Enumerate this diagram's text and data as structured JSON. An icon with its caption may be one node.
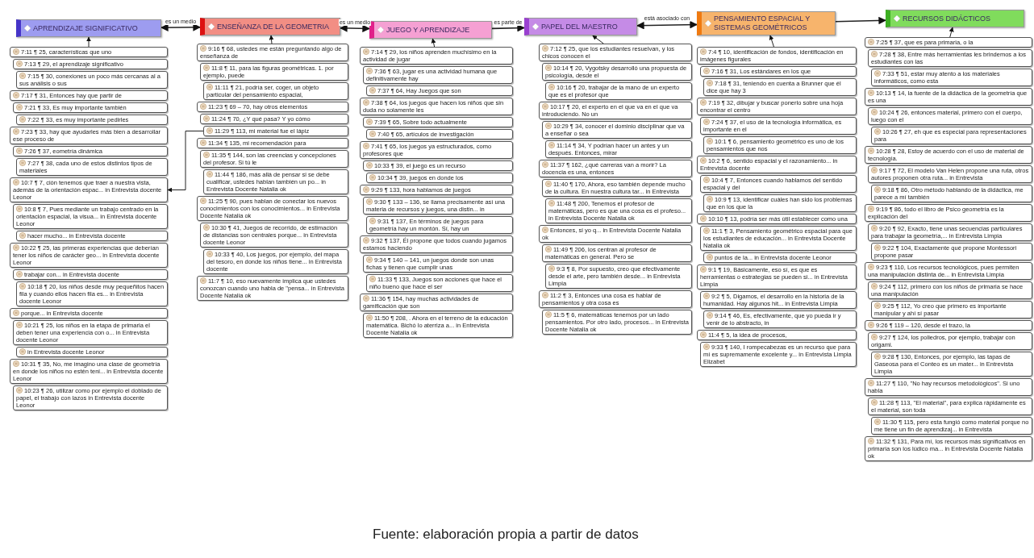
{
  "diagram": {
    "caption": "Fuente: elaboración propia a partir de datos",
    "nodes": [
      {
        "text": [
          "APRENDIZAJE SIGNIFICATIVO"
        ]
      },
      {
        "text": [
          "ENSEÑANZA DE LA GEOMETRIA"
        ]
      },
      {
        "text": [
          "JUEGO Y APRENDIZAJE"
        ]
      },
      {
        "text": [
          "PAPEL DEL MAESTRO"
        ]
      },
      {
        "text": [
          "PENSAMIENTO ESPACIAL Y SISTEMAS GEOMÉTRICOS"
        ]
      },
      {
        "text": [
          "RECURSOS DIDÁCTICOS"
        ]
      },
      {
        "text": [
          "7:11 ¶ 25, características que uno"
        ]
      },
      {
        "text": [
          "7:13 ¶ 29, el aprendizaje significativo"
        ]
      },
      {
        "text": [
          "7:15 ¶ 30, conexiones un poco más cercanas al a sus análisis o sus"
        ]
      },
      {
        "text": [
          "7:17 ¶ 31, Entonces hay que partir de"
        ]
      },
      {
        "text": [
          "7:21 ¶ 33, Es muy importante también"
        ]
      },
      {
        "text": [
          "7:22 ¶ 33, es muy importante pedirles"
        ]
      },
      {
        "text": [
          "7:23 ¶ 33, hay que ayudarles más bien a desarrollar ese proceso de"
        ]
      },
      {
        "text": [
          "7:26 ¶ 37, eometría dinámica"
        ]
      },
      {
        "text": [
          "7:27 ¶ 38, cada uno de estos distintos tipos de materiales"
        ]
      },
      {
        "text": [
          "10:7 ¶ 7, ción tenemos que traer a nuestra vista, además de la orientación espac... in Entrevista docente Leonor"
        ]
      },
      {
        "text": [
          "10:8 ¶ 7, Pues mediante un trabajo centrado en la orientación espacial, la visua... in Entrevista docente Leonor"
        ]
      },
      {
        "text": [
          "hacer mucho... in Entrevista docente"
        ]
      },
      {
        "text": [
          "10:22 ¶ 25, las primeras experiencias que deberían tener los niños de carácter geo... in Entrevista docente Leonor"
        ]
      },
      {
        "text": [
          "trabajar con... in Entrevista docente"
        ]
      },
      {
        "text": [
          "10:18 ¶ 20, los niños desde muy pequeñitos hacen fila y cuando ellos hacen fila es... in Entrevista docente Leonor"
        ]
      },
      {
        "text": [
          "porque... in Entrevista docente"
        ]
      },
      {
        "text": [
          "10:21 ¶ 25, los niños en la etapa de primaria el deben tener una experiencia con o... in Entrevista docente Leonor"
        ]
      },
      {
        "text": [
          "in Entrevista docente Leonor"
        ]
      },
      {
        "text": [
          "10:31 ¶ 35, No, me imagino una clase de geometría en donde los niños no estén teni... in Entrevista docente Leonor"
        ]
      },
      {
        "text": [
          "10:23 ¶ 26, utilizar como por ejemplo el doblado de papel, el trabajo con lazos in Entrevista docente Leonor"
        ]
      },
      {
        "text": [
          "9:16 ¶ 68, ustedes me están preguntando algo de enseñanza de"
        ]
      },
      {
        "text": [
          "11:8 ¶ 11, para las figuras geométricas. 1. por ejemplo, puede"
        ]
      },
      {
        "text": [
          "11:11 ¶ 21, podría ser, coger, un objeto particular del pensamiento espacial,"
        ]
      },
      {
        "text": [
          "11:23 ¶ 69 – 70, hay otros elementos"
        ]
      },
      {
        "text": [
          "11:24 ¶ 70, ¿Y qué pasa? Y yo cómo"
        ]
      },
      {
        "text": [
          "11:29 ¶ 113, mi material fue el lápiz"
        ]
      },
      {
        "text": [
          "11:34 ¶ 135, mi recomendación para"
        ]
      },
      {
        "text": [
          "11:35 ¶ 144, son las creencias y concepciones del profesor. Si tú le"
        ]
      },
      {
        "text": [
          "11:44 ¶ 186, más allá de pensar si se debe cualificar, ustedes hablan también un po... in Entrevista Docente Natalia ok"
        ]
      },
      {
        "text": [
          "11:25 ¶ 90, pues hablan de conectar los nuevos conocimientos con los conocimientos... in Entrevista Docente Natalia ok"
        ]
      },
      {
        "text": [
          "10:30 ¶ 41, Juegos de recorrido, de estimación de distancias son centrales porque... in Entrevista docente Leonor"
        ]
      },
      {
        "text": [
          "10:33 ¶ 40, Los juegos, por ejemplo, del mapa del tesoro, en donde los niños tiene... in Entrevista docente"
        ]
      },
      {
        "text": [
          "11:7 ¶ 10, eso nuevamente implica que ustedes conozcan cuando uno habla de \"pensa... in Entrevista Docente Natalia ok"
        ]
      },
      {
        "text": [
          "7:14 ¶ 29, los niños aprenden muchísimo en la actividad de jugar"
        ]
      },
      {
        "text": [
          "7:36 ¶ 63, jugar es una actividad humana que definitivamente hay"
        ]
      },
      {
        "text": [
          "7:37 ¶ 64, Hay Juegos que son"
        ]
      },
      {
        "text": [
          "7:38 ¶ 64, los juegos que hacen los niños que sin duda no solamente les"
        ]
      },
      {
        "text": [
          "7:39 ¶ 65, Sobre todo actualmente"
        ]
      },
      {
        "text": [
          "7:40 ¶ 65, artículos de investigación"
        ]
      },
      {
        "text": [
          "7:41 ¶ 65, los juegos ya estructurados, como profesores que"
        ]
      },
      {
        "text": [
          "10:33 ¶ 39, el juego es un recurso"
        ]
      },
      {
        "text": [
          "10:34 ¶ 39, juegos en donde los"
        ]
      },
      {
        "text": [
          "9:29 ¶ 133, hora hablamos de juegos"
        ]
      },
      {
        "text": [
          "9:30 ¶ 133 – 136, se llama precisamente así una materia de recursos y juegos, una distin... in"
        ]
      },
      {
        "text": [
          "9:31 ¶ 137, En términos de juegos para geometría hay un montón. Sí, hay un"
        ]
      },
      {
        "text": [
          "9:32 ¶ 137, Él propone que todos cuando jugamos estamos haciendo"
        ]
      },
      {
        "text": [
          "9:34 ¶ 140 – 141, un juegos donde son unas fichas y tienen que cumplir unas"
        ]
      },
      {
        "text": [
          "11:33 ¶ 133, Juegos son acciones que hace el niño bueno que hace el ser"
        ]
      },
      {
        "text": [
          "11:36 ¶ 154, hay muchas actividades de gamificación que son"
        ]
      },
      {
        "text": [
          "11:50 ¶ 208, . Ahora en el terreno de la educación matemática. Bichó lo aterriza a... in Entrevista Docente Natalia ok"
        ]
      },
      {
        "text": [
          "7:12 ¶ 25, que los estudiantes resuelvan, y los chicos conocen el"
        ]
      },
      {
        "text": [
          "10:14 ¶ 20, Vygotsky desarrolló una propuesta de psicología, desde el"
        ]
      },
      {
        "text": [
          "10:16 ¶ 20, trabajar de la mano de un experto que es el profesor que"
        ]
      },
      {
        "text": [
          "10:17 ¶ 20, el experto en el que va en el que va introduciendo. No un"
        ]
      },
      {
        "text": [
          "10:29 ¶ 34, conocer el dominio disciplinar que va a enseñar o sea"
        ]
      },
      {
        "text": [
          "11:14 ¶ 34, Y podrían hacer un antes y un después. Entonces, mirar"
        ]
      },
      {
        "text": [
          "11:37 ¶ 162, ¿qué carreras van a morir? La docencia es una, entonces"
        ]
      },
      {
        "text": [
          "11:40 ¶ 170, Ahora, eso también depende mucho de la cultura. En nuestra cultura tar... in Entrevista"
        ]
      },
      {
        "text": [
          "11:48 ¶ 200, Tenemos el profesor de matemáticas, pero es que una cosa es el profeso... in Entrevista Docente Natalia ok"
        ]
      },
      {
        "text": [
          "Entonces, si yo q... in Entrevista Docente Natalia ok"
        ]
      },
      {
        "text": [
          "11:49 ¶ 206, los centran al profesor de matemáticas en general. Pero se"
        ]
      },
      {
        "text": [
          "9:3 ¶ 8, Por supuesto, creo que efectivamente desde el arte, pero también desde... in Entrevista Limpia"
        ]
      },
      {
        "text": [
          "11:2 ¶ 3, Entonces una cosa es hablar de pensamientos y otra cosa es"
        ]
      },
      {
        "text": [
          "11:5 ¶ 6, matemáticas tenemos por un lado pensamientos. Por otro lado, procesos... in Entrevista Docente Natalia ok"
        ]
      },
      {
        "text": [
          "7:4 ¶ 10, identificación de fondos, identificación en imágenes figurales"
        ]
      },
      {
        "text": [
          "7:16 ¶ 31, Los estándares en los que"
        ]
      },
      {
        "text": [
          "7:18 ¶ 31, teniendo en cuenta a Brunner que él dice que hay 3"
        ]
      },
      {
        "text": [
          "7:19 ¶ 32, dibujar y buscar ponerlo sobre una hoja encontrar el centro"
        ]
      },
      {
        "text": [
          "7:24 ¶ 37, el uso de la tecnología informática, es importante en el"
        ]
      },
      {
        "text": [
          "10:1 ¶ 6, pensamiento geométrico es uno de los pensamientos que nos"
        ]
      },
      {
        "text": [
          "10:2 ¶ 6, sentido espacial y el razonamiento... in Entrevista docente"
        ]
      },
      {
        "text": [
          "10:4 ¶ 7, Entonces cuando hablamos del sentido espacial y del"
        ]
      },
      {
        "text": [
          "10:9 ¶ 13, identificar cuáles han sido los problemas que en los que la"
        ]
      },
      {
        "text": [
          "10:10 ¶ 13, podría ser más útil establecer como una"
        ]
      },
      {
        "text": [
          "11:1 ¶ 3, Pensamiento geométrico espacial para que los estudiantes de educación... in Entrevista Docente Natalia ok"
        ]
      },
      {
        "text": [
          "puntos de la... in Entrevista docente Leonor"
        ]
      },
      {
        "text": [
          "9:1 ¶ 19, Básicamente, eso sí, es que es herramientas o estrategias se pueden si... in Entrevista Limpia"
        ]
      },
      {
        "text": [
          "9:2 ¶ 5, Digamos, el desarrollo en la historia de la humanidad. Hay algunos hit... in Entrevista Limpia"
        ]
      },
      {
        "text": [
          "9:14 ¶ 46, Es, efectivamente, que yo pueda ir y venir de lo abstracto, in"
        ]
      },
      {
        "text": [
          "11:4 ¶ 5, la idea de procesos,"
        ]
      },
      {
        "text": [
          "9:33 ¶ 140, I rompecabezas es un recurso que para mí es supremamente excelente y... in Entrevista Limpia Elizabet"
        ]
      },
      {
        "text": [
          "7:25 ¶ 37, que es para primaria, o la"
        ]
      },
      {
        "text": [
          "7:28 ¶ 38, Entre más herramientas les brindemos a los estudiantes con las"
        ]
      },
      {
        "text": [
          "7:33 ¶ 51, estar muy atento a los materiales informáticos, como esta"
        ]
      },
      {
        "text": [
          "10:13 ¶ 14, la fuente de la didáctica de la geometría que es una"
        ]
      },
      {
        "text": [
          "10:24 ¶ 26, entonces material, primero con el cuerpo, luego con el"
        ]
      },
      {
        "text": [
          "10:26 ¶ 27, eh que es especial para representaciones para"
        ]
      },
      {
        "text": [
          "10:28 ¶ 28, Estoy de acuerdo con el uso de material de tecnología."
        ]
      },
      {
        "text": [
          "9:17 ¶ 72, El modelo Van Helen propone una ruta, otros autores proponen otra ruta... in Entrevista"
        ]
      },
      {
        "text": [
          "9:18 ¶ 86, Otro método hablando de la didáctica, me parece a mí también"
        ]
      },
      {
        "text": [
          "9:19 ¶ 86, todo el libro de Psico geometría es la explicación del"
        ]
      },
      {
        "text": [
          "9:20 ¶ 92, Exacto, tiene unas secuencias particulares para trabajar la geometría,... in Entrevista Limpia"
        ]
      },
      {
        "text": [
          "9:22 ¶ 104, Exactamente qué propone Montessori propone pasar"
        ]
      },
      {
        "text": [
          "9:23 ¶ 110, Los recursos tecnológicos, pues permiten una manipulación distinta de... in Entrevista Limpia"
        ]
      },
      {
        "text": [
          "9:24 ¶ 112, primero con los niños de primaria se hace una manipulación"
        ]
      },
      {
        "text": [
          "9:25 ¶ 112, Yo creo que primero es importante manipular y ahí sí pasar"
        ]
      },
      {
        "text": [
          "9:26 ¶ 119 – 120, desde el trazo, la"
        ]
      },
      {
        "text": [
          "9:27 ¶ 124, los poliedros, por ejemplo, trabajar con origami."
        ]
      },
      {
        "text": [
          "9:28 ¶ 130, Entonces, por ejemplo, las tapas de Gaseosa para el Conteo es un mater... in Entrevista Limpia"
        ]
      },
      {
        "text": [
          "11:27 ¶ 110, \"No hay recursos metodológicos\". Si uno habla"
        ]
      },
      {
        "text": [
          "11:28 ¶ 113, \"El material\", para explica rápidamente es el material, son toda"
        ]
      },
      {
        "text": [
          "11:30 ¶ 115, pero esta fungió como material porque no me tiene un fin de aprendizaj... in Entrevista"
        ]
      },
      {
        "text": [
          "11:32 ¶ 131, Para mí, los recursos más significativos en primaria son los lúdico ma... in Entrevista Docente Natalia ok"
        ]
      }
    ],
    "edges": [
      {
        "from": 0,
        "to": 1,
        "arrow": "both",
        "label": "es un medio"
      },
      {
        "from": 1,
        "to": 2,
        "arrow": "both",
        "label": "es un medio"
      },
      {
        "from": 2,
        "to": 3,
        "arrow": "to",
        "label": "es parte de"
      },
      {
        "from": 3,
        "to": 4,
        "arrow": "both",
        "label": "está asociado con"
      },
      {
        "from": 4,
        "to": 5,
        "arrow": "to"
      },
      {
        "from": 6,
        "to": 0,
        "arrow": "to"
      },
      {
        "from": 26,
        "to": 1,
        "arrow": "to"
      },
      {
        "from": 39,
        "to": 2,
        "arrow": "to"
      },
      {
        "from": 56,
        "to": 3,
        "arrow": "to"
      },
      {
        "from": 70,
        "to": 4,
        "arrow": "to"
      },
      {
        "from": 87,
        "to": 5,
        "arrow": "to"
      },
      {
        "from": 31,
        "to": 15,
        "arrow": "to"
      }
    ]
  }
}
